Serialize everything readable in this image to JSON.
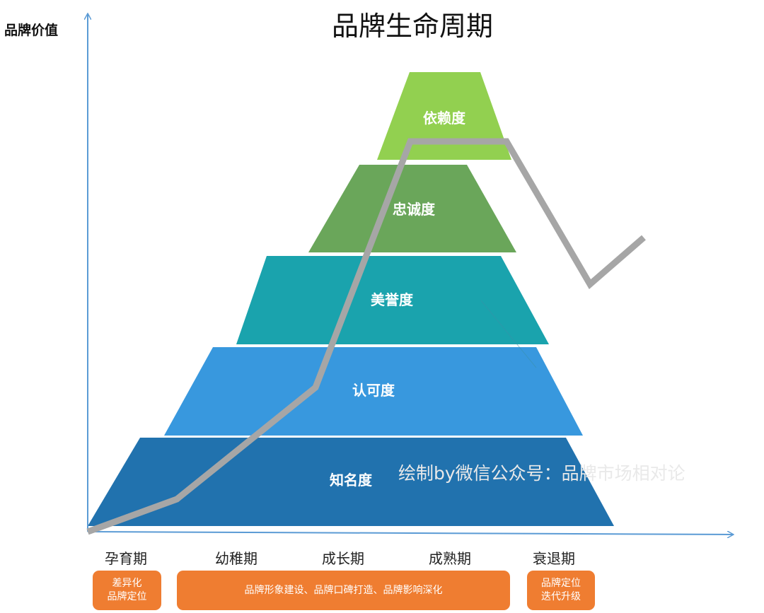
{
  "title": "品牌生命周期",
  "y_axis_label": "品牌价值",
  "layers": [
    {
      "label": "依赖度",
      "color": "#92d050"
    },
    {
      "label": "忠诚度",
      "color": "#6aa65a"
    },
    {
      "label": "美誉度",
      "color": "#1aa3ad"
    },
    {
      "label": "认可度",
      "color": "#3898de"
    },
    {
      "label": "知名度",
      "color": "#2172ae"
    }
  ],
  "watermark": "绘制by微信公众号：品牌市场相对论",
  "stages": [
    "孕育期",
    "幼稚期",
    "成长期",
    "成熟期",
    "衰退期"
  ],
  "strategy_boxes": [
    {
      "lines": [
        "差异化",
        "品牌定位"
      ]
    },
    {
      "lines": [
        "品牌形象建设、品牌口碑打造、品牌影响深化"
      ]
    },
    {
      "lines": [
        "品牌定位",
        "迭代升级"
      ]
    }
  ],
  "colors": {
    "axis": "#5b9bd5",
    "curve": "#a6a6a6",
    "box": "#ef7d31"
  }
}
